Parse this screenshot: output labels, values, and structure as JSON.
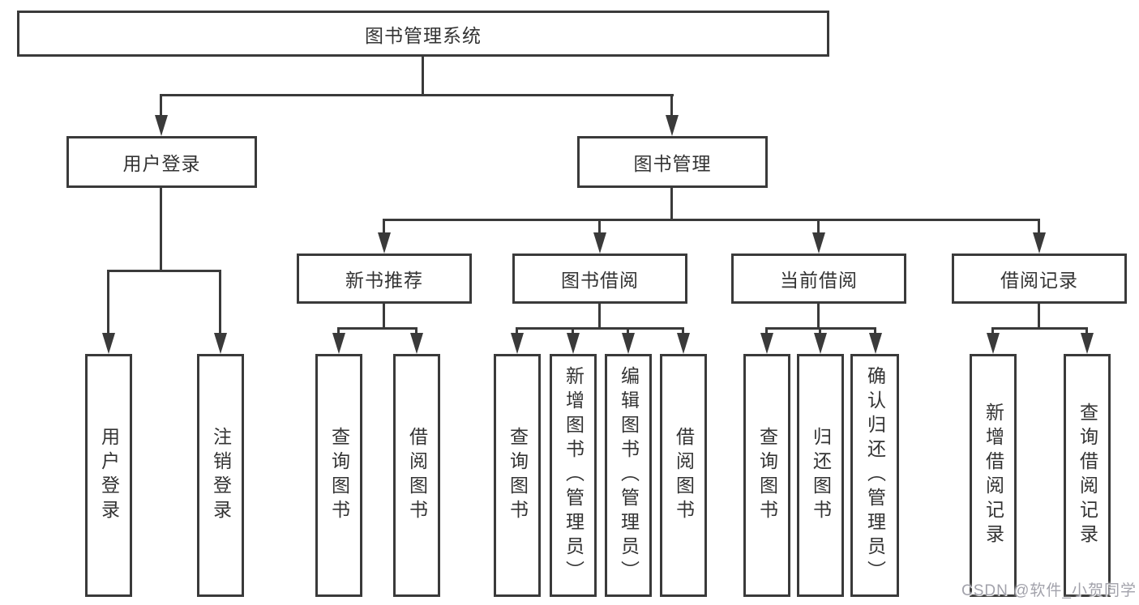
{
  "diagram": {
    "root": {
      "label": "图书管理系统"
    },
    "branches": [
      {
        "label": "用户登录",
        "leaves": [
          "用户登录",
          "注销登录"
        ]
      },
      {
        "label": "图书管理",
        "groups": [
          {
            "label": "新书推荐",
            "leaves": [
              "查询图书",
              "借阅图书"
            ]
          },
          {
            "label": "图书借阅",
            "leaves": [
              "查询图书",
              "新增图书（管理员）",
              "编辑图书（管理员）",
              "借阅图书"
            ]
          },
          {
            "label": "当前借阅",
            "leaves": [
              "查询图书",
              "归还图书",
              "确认归还（管理员）"
            ]
          },
          {
            "label": "借阅记录",
            "leaves": [
              "新增借阅记录",
              "查询借阅记录"
            ]
          }
        ]
      }
    ]
  },
  "watermark": {
    "text": "CSDN @软件_小贺同学"
  },
  "colors": {
    "line": "#3a3a3a",
    "text": "#333333",
    "watermark": "#a2a2ab",
    "background": "#ffffff"
  }
}
